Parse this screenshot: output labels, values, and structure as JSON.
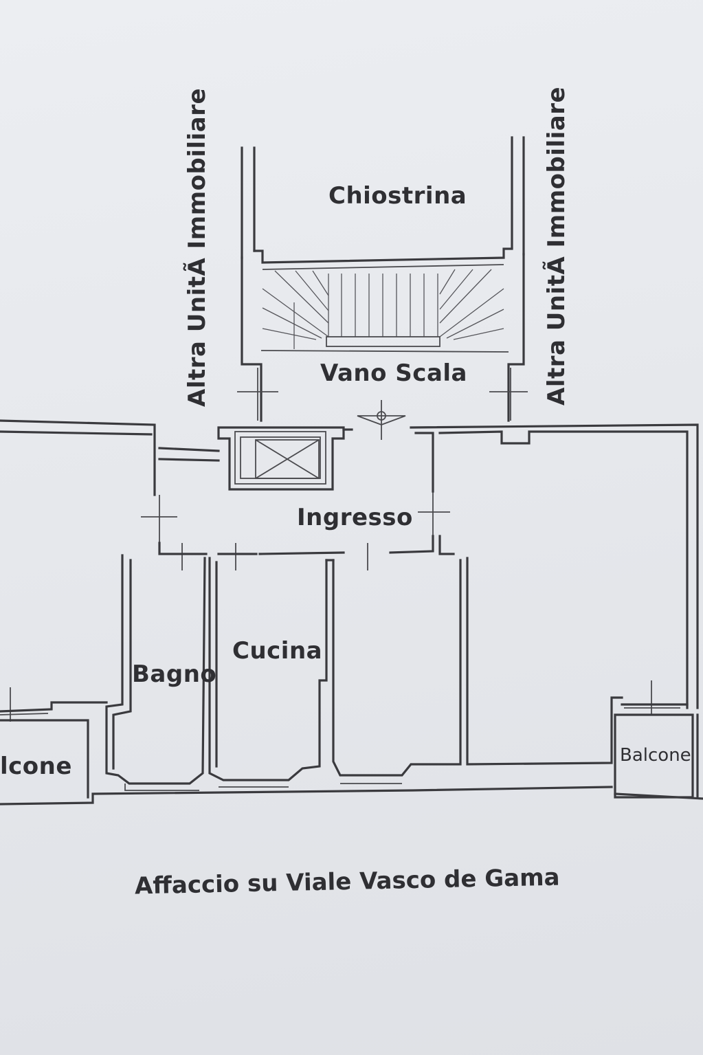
{
  "labels": {
    "chiostrina": "Chiostrina",
    "vano_scala": "Vano Scala",
    "ingresso": "Ingresso",
    "bagno": "Bagno",
    "cucina": "Cucina",
    "balcone_left": "lcone",
    "balcone_right": "Balcone",
    "altra_left": "Altra UnitÃ  Immobiliare",
    "altra_right": "Altra UnitÃ  Immobiliare",
    "affaccio": "Affaccio su Viale Vasco de Gama"
  },
  "colors": {
    "paper": "#e8eaee",
    "ink": "#3a3a3e"
  }
}
